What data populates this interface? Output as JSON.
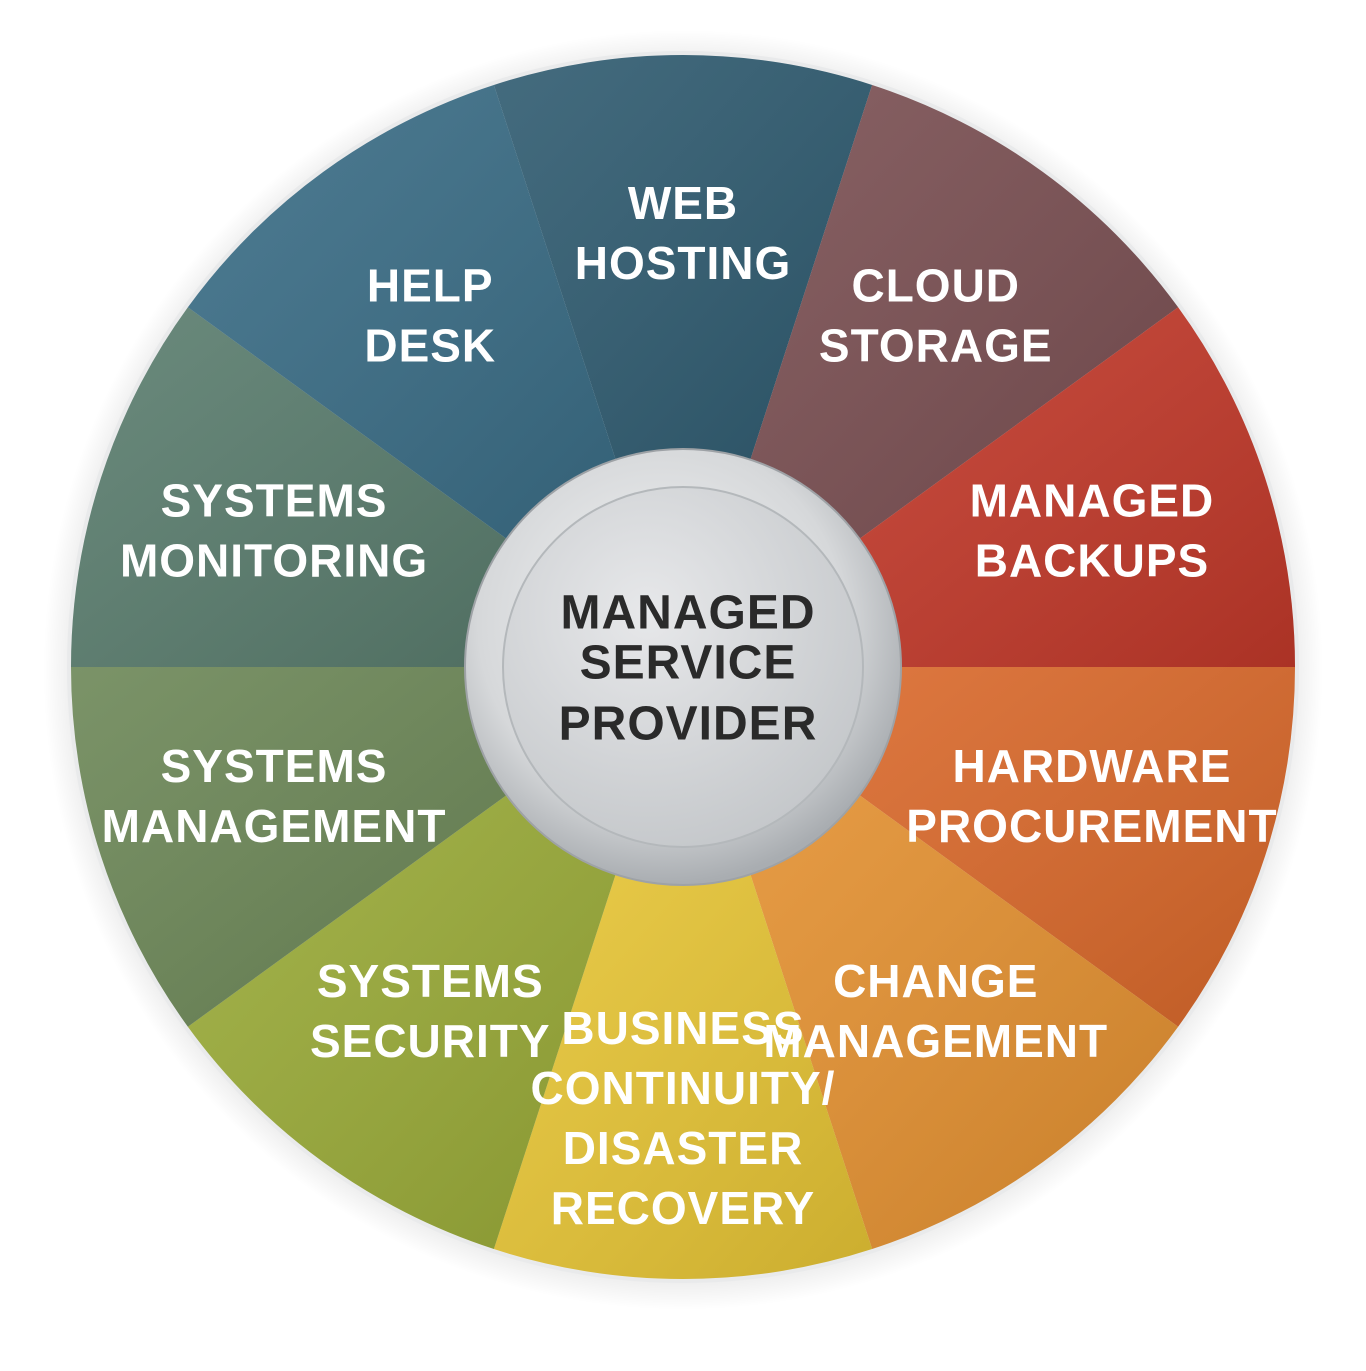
{
  "diagram": {
    "center": {
      "lines": [
        "MANAGED",
        "SERVICE",
        "PROVIDER"
      ]
    },
    "segments": [
      {
        "lines": [
          "WEB",
          "HOSTING"
        ],
        "color": "#2f5b70"
      },
      {
        "lines": [
          "CLOUD",
          "STORAGE"
        ],
        "color": "#7a4f52"
      },
      {
        "lines": [
          "MANAGED",
          "BACKUPS"
        ],
        "color": "#c2392a"
      },
      {
        "lines": [
          "HARDWARE",
          "PROCUREMENT"
        ],
        "color": "#d9682a"
      },
      {
        "lines": [
          "CHANGE",
          "MANAGEMENT"
        ],
        "color": "#e39030"
      },
      {
        "lines": [
          "BUSINESS",
          "CONTINUITY/",
          "DISASTER",
          "RECOVERY"
        ],
        "color": "#e7c535"
      },
      {
        "lines": [
          "SYSTEMS",
          "SECURITY"
        ],
        "color": "#9aab38"
      },
      {
        "lines": [
          "SYSTEMS",
          "MANAGEMENT"
        ],
        "color": "#6c8757"
      },
      {
        "lines": [
          "SYSTEMS",
          "MONITORING"
        ],
        "color": "#5a7d6e"
      },
      {
        "lines": [
          "HELP",
          "DESK"
        ],
        "color": "#3a6d86"
      }
    ]
  }
}
